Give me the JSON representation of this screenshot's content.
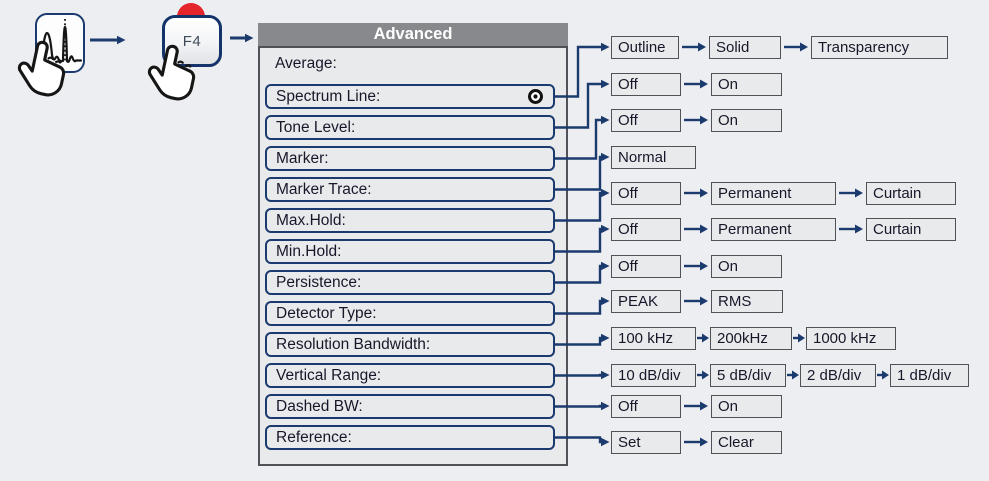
{
  "flow": {
    "step1_icon": "spectrum-touch-icon",
    "step2_key_label": "F4"
  },
  "menu": {
    "title": "Advanced",
    "average_label": "Average:",
    "items": [
      {
        "label": "Spectrum Line:",
        "indicator": "record-dot-icon",
        "options": [
          "Outline",
          "Solid",
          "Transparency"
        ]
      },
      {
        "label": "Tone Level:",
        "options": [
          "Off",
          "On"
        ]
      },
      {
        "label": "Marker:",
        "options": [
          "Off",
          "On"
        ]
      },
      {
        "label": "Marker Trace:",
        "options": [
          "Normal"
        ]
      },
      {
        "label": "Max.Hold:",
        "options": [
          "Off",
          "Permanent",
          "Curtain"
        ]
      },
      {
        "label": "Min.Hold:",
        "options": [
          "Off",
          "Permanent",
          "Curtain"
        ]
      },
      {
        "label": "Persistence:",
        "options": [
          "Off",
          "On"
        ]
      },
      {
        "label": "Detector Type:",
        "options": [
          "PEAK",
          "RMS"
        ]
      },
      {
        "label": "Resolution Bandwidth:",
        "options": [
          "100 kHz",
          "200kHz",
          "1000 kHz"
        ]
      },
      {
        "label": "Vertical Range:",
        "options": [
          "10 dB/div",
          "5 dB/div",
          "2 dB/div",
          "1 dB/div"
        ]
      },
      {
        "label": "Dashed BW:",
        "options": [
          "Off",
          "On"
        ]
      },
      {
        "label": "Reference:",
        "options": [
          "Set",
          "Clear"
        ]
      }
    ]
  },
  "icons": {
    "touch": "spectrum-touch-icon",
    "hand": "tap-hand-icon",
    "record": "record-dot-icon",
    "led": "red-led-indicator"
  },
  "colors": {
    "accent_navy": "#1b3a6e",
    "led_red": "#e4252b",
    "header_gray": "#87898c",
    "panel_fill": "#e9eaec",
    "border_gray": "#515257",
    "text_dark": "#16182a",
    "title_text": "#ffffff",
    "page_bg": "#edeef1"
  }
}
